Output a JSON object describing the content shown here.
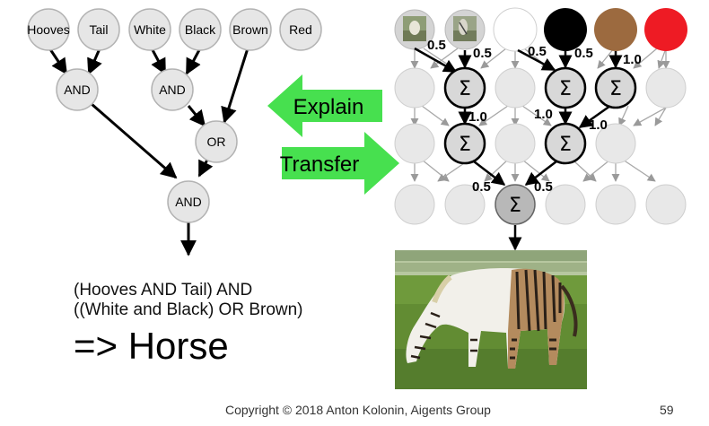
{
  "logic_tree": {
    "leaves": [
      "Hooves",
      "Tail",
      "White",
      "Black",
      "Brown",
      "Red"
    ],
    "gates": {
      "and_left": "AND",
      "and_right": "AND",
      "or_gate": "OR",
      "and_final": "AND"
    }
  },
  "formula": {
    "line1": "(Hooves AND Tail) AND",
    "line2": "((White and Black) OR Brown)",
    "result": "=> Horse"
  },
  "arrows": {
    "explain": "Explain",
    "transfer": "Transfer",
    "color": "#47e04f"
  },
  "network": {
    "sum_symbol": "Σ",
    "input_colors": [
      "#ffffff",
      "#000000",
      "#9c6a3f",
      "#ee1b24"
    ],
    "weights": {
      "w1": "0.5",
      "w2": "0.5",
      "w3": "0.5",
      "w4": "0.5",
      "w5": "1.0",
      "w6": "1.0",
      "w7": "1.0",
      "w8": "1.0",
      "w9": "0.5",
      "w10": "0.5"
    }
  },
  "footer": {
    "copyright": "Copyright © 2018 Anton Kolonin, Aigents Group",
    "page": "59"
  }
}
